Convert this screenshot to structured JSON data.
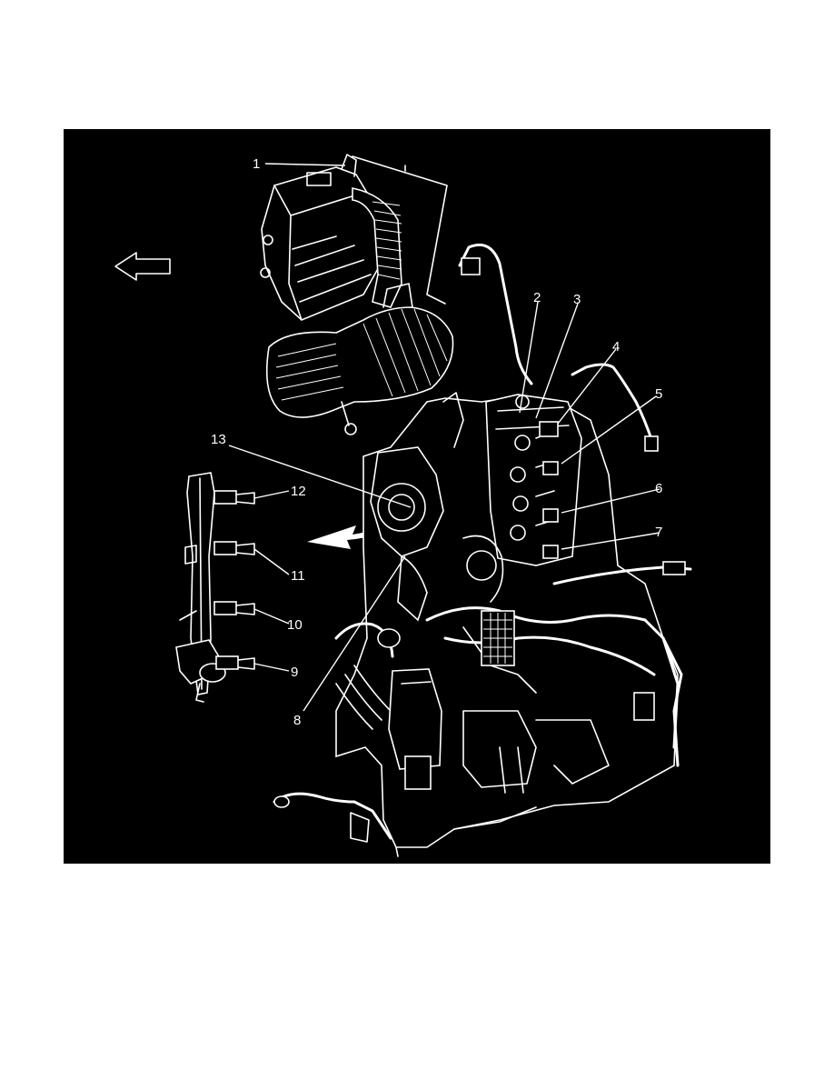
{
  "figure": {
    "background": "#000000",
    "line_color": "#ffffff",
    "direction_arrow_icon": "left-arrow-icon",
    "callouts": [
      "1",
      "2",
      "3",
      "4",
      "5",
      "6",
      "7",
      "8",
      "9",
      "10",
      "11",
      "12",
      "13"
    ]
  }
}
